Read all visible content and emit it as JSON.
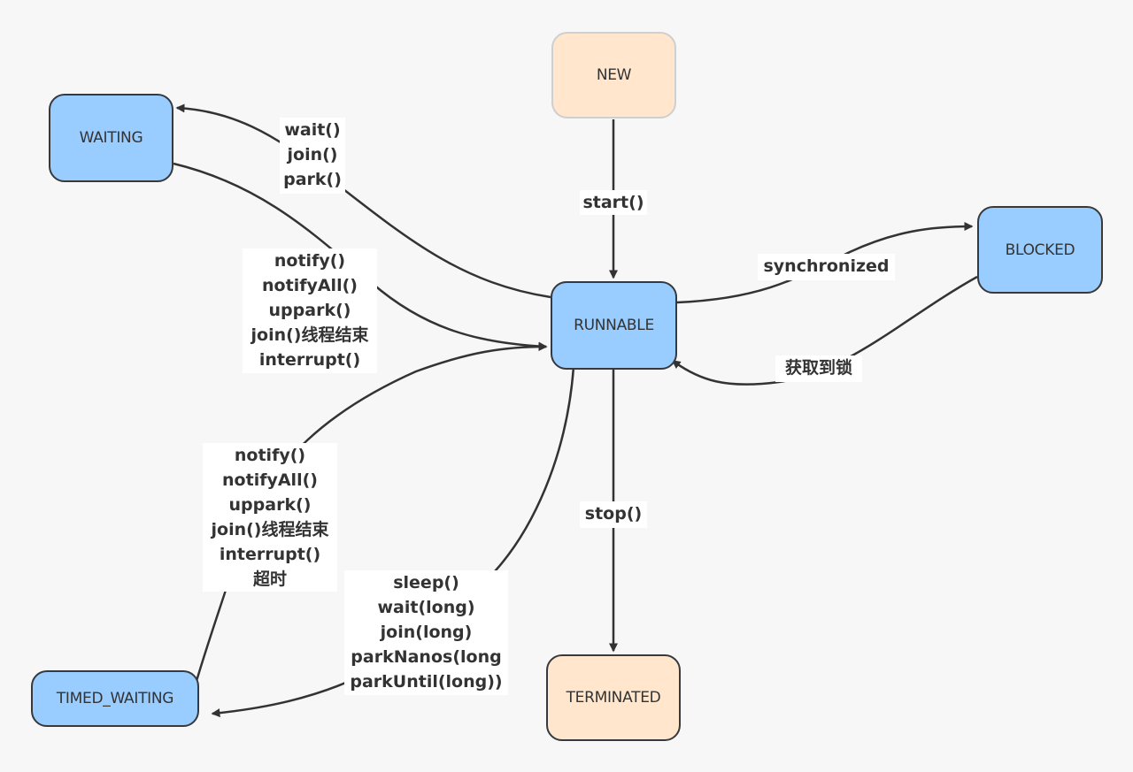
{
  "states": {
    "new": "NEW",
    "waiting": "WAITING",
    "runnable": "RUNNABLE",
    "blocked": "BLOCKED",
    "timed_waiting": "TIMED_WAITING",
    "terminated": "TERMINATED"
  },
  "transitions": {
    "start": "start()",
    "to_waiting": [
      "wait()",
      "join()",
      "park()"
    ],
    "waiting_to_runnable": [
      "notify()",
      "notifyAll()",
      "uppark()",
      "join()线程结束",
      "interrupt()"
    ],
    "synchronized": "synchronized",
    "get_lock": "获取到锁",
    "timed_to_runnable": [
      "notify()",
      "notifyAll()",
      "uppark()",
      "join()线程结束",
      "interrupt()",
      "超时"
    ],
    "stop": "stop()",
    "to_timed_waiting": [
      "sleep()",
      "wait(long)",
      "join(long)",
      "parkNanos(long",
      "parkUntil(long))"
    ]
  },
  "colors": {
    "blue_fill": "#99ccff",
    "peach_fill": "#ffe6cc",
    "edge": "#333333",
    "background": "#f7f7f7"
  }
}
